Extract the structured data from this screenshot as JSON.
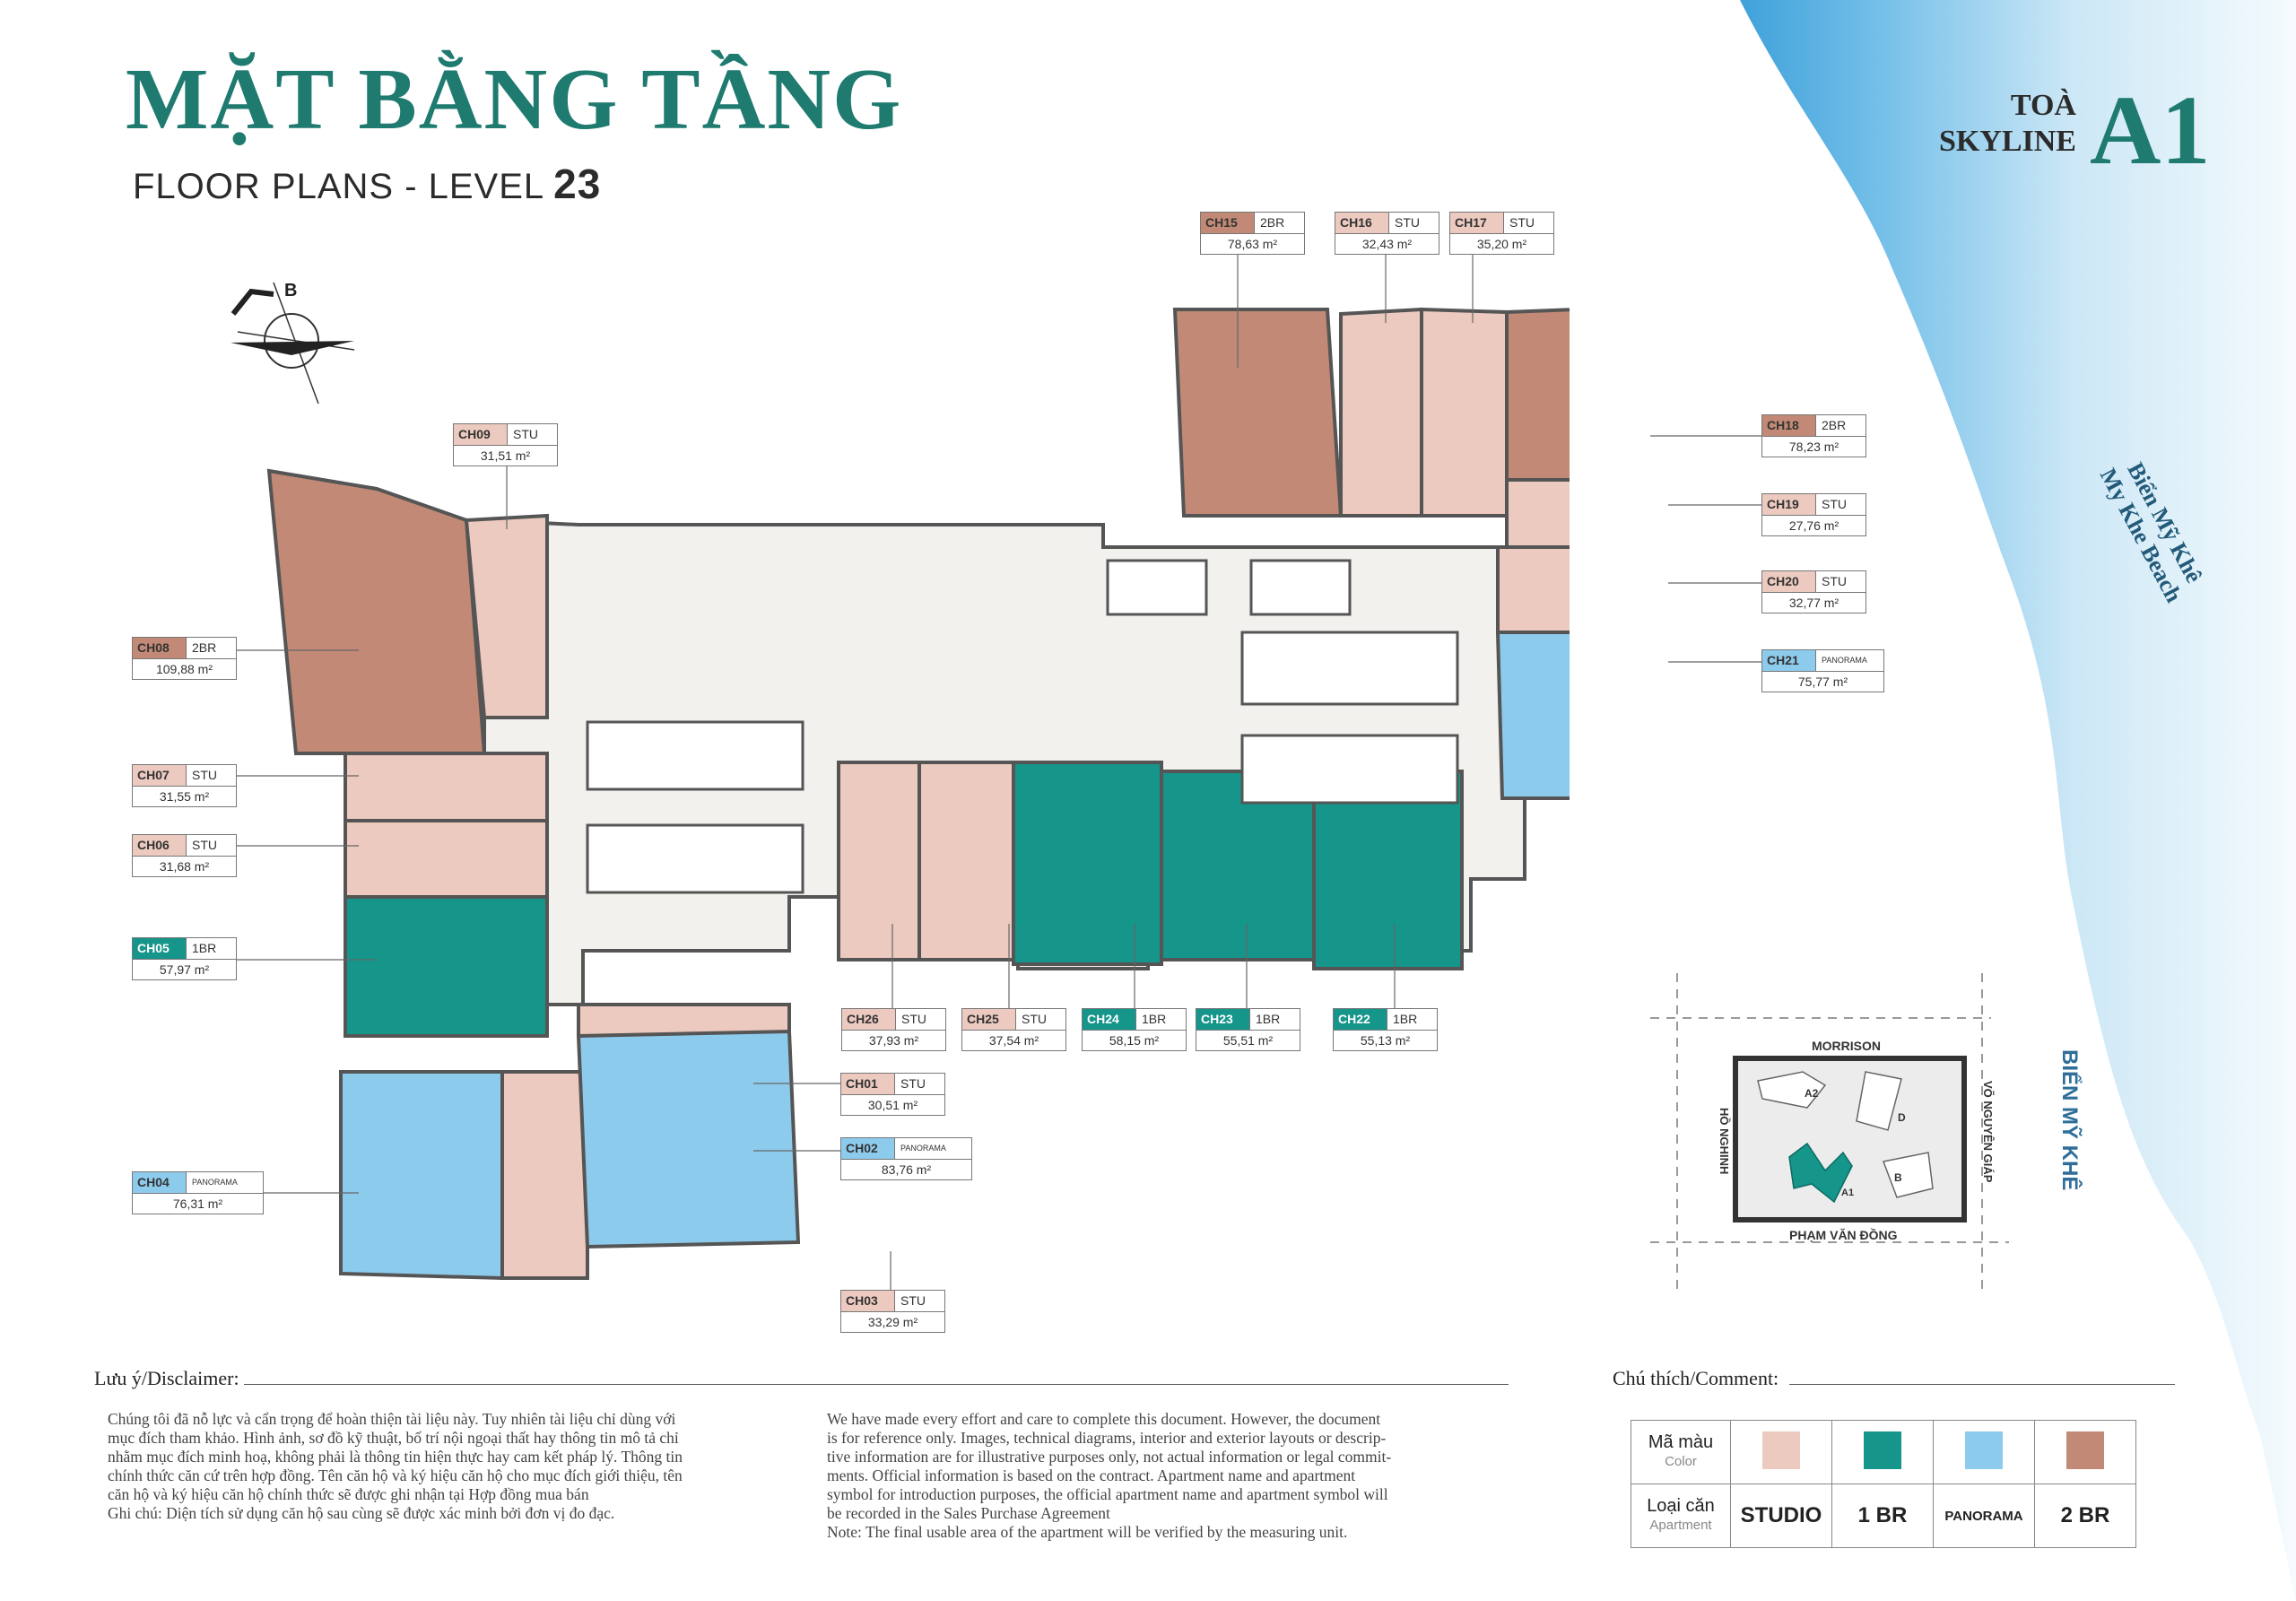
{
  "header": {
    "title_vi": "MẶT BẰNG TẦNG",
    "title_en": "FLOOR PLANS - LEVEL",
    "level": "23",
    "tower_label_1": "TOÀ",
    "tower_label_2": "SKYLINE",
    "tower_code": "A1"
  },
  "compass": {
    "north_letter": "B"
  },
  "sea": {
    "label_vi": "Biển Mỹ Khê",
    "label_en": "My Khe Beach"
  },
  "colors": {
    "studio": "#eccabf",
    "one_br": "#16958b",
    "panorama": "#8dcbed",
    "two_br": "#c28a76",
    "brand": "#1f7a70"
  },
  "units": [
    {
      "code": "CH15",
      "type": "2BR",
      "area": "78,63 m²",
      "color": "two_br"
    },
    {
      "code": "CH16",
      "type": "STU",
      "area": "32,43 m²",
      "color": "studio"
    },
    {
      "code": "CH17",
      "type": "STU",
      "area": "35,20 m²",
      "color": "studio"
    },
    {
      "code": "CH09",
      "type": "STU",
      "area": "31,51 m²",
      "color": "studio"
    },
    {
      "code": "CH18",
      "type": "2BR",
      "area": "78,23 m²",
      "color": "two_br"
    },
    {
      "code": "CH19",
      "type": "STU",
      "area": "27,76 m²",
      "color": "studio"
    },
    {
      "code": "CH20",
      "type": "STU",
      "area": "32,77 m²",
      "color": "studio"
    },
    {
      "code": "CH21",
      "type": "PANORAMA",
      "area": "75,77 m²",
      "color": "panorama"
    },
    {
      "code": "CH08",
      "type": "2BR",
      "area": "109,88 m²",
      "color": "two_br"
    },
    {
      "code": "CH07",
      "type": "STU",
      "area": "31,55 m²",
      "color": "studio"
    },
    {
      "code": "CH06",
      "type": "STU",
      "area": "31,68 m²",
      "color": "studio"
    },
    {
      "code": "CH05",
      "type": "1BR",
      "area": "57,97 m²",
      "color": "one_br"
    },
    {
      "code": "CH26",
      "type": "STU",
      "area": "37,93 m²",
      "color": "studio"
    },
    {
      "code": "CH25",
      "type": "STU",
      "area": "37,54 m²",
      "color": "studio"
    },
    {
      "code": "CH24",
      "type": "1BR",
      "area": "58,15 m²",
      "color": "one_br"
    },
    {
      "code": "CH23",
      "type": "1BR",
      "area": "55,51 m²",
      "color": "one_br"
    },
    {
      "code": "CH22",
      "type": "1BR",
      "area": "55,13 m²",
      "color": "one_br"
    },
    {
      "code": "CH01",
      "type": "STU",
      "area": "30,51 m²",
      "color": "studio"
    },
    {
      "code": "CH02",
      "type": "PANORAMA",
      "area": "83,76 m²",
      "color": "panorama"
    },
    {
      "code": "CH04",
      "type": "PANORAMA",
      "area": "76,31 m²",
      "color": "panorama"
    },
    {
      "code": "CH03",
      "type": "STU",
      "area": "33,29 m²",
      "color": "studio"
    }
  ],
  "site_map": {
    "street_top": "MORRISON",
    "street_left": "HỒ NGHINH",
    "street_right": "VÕ NGUYÊN GIÁP",
    "street_bottom": "PHẠM VĂN ĐỒNG",
    "blocks": [
      "A2",
      "D",
      "A1",
      "B"
    ],
    "sea_label": "BIỂN MỸ KHÊ"
  },
  "disclaimer": {
    "title": "Lưu ý/Disclaimer:",
    "vi": [
      "Chúng tôi đã nỗ lực và cẩn trọng để hoàn thiện tài liệu này. Tuy nhiên tài liệu chỉ dùng với",
      "mục đích tham khảo. Hình ảnh, sơ đồ kỹ thuật, bố trí nội ngoại thất hay thông tin mô tả chỉ",
      "nhằm mục đích minh hoạ, không phải là thông tin hiện thực hay cam kết pháp lý. Thông tin",
      "chính thức căn cứ trên hợp đồng. Tên căn hộ và ký hiệu căn hộ cho mục đích giới thiệu, tên",
      "căn hộ và ký hiệu căn hộ chính thức sẽ được ghi nhận tại Hợp đồng mua bán",
      "Ghi chú: Diện tích sử dụng căn hộ sau cùng sẽ được xác minh bởi đơn vị đo đạc."
    ],
    "en": [
      "We have made every effort and care to complete this document. However, the document",
      "is for reference only. Images, technical diagrams, interior and exterior layouts or descrip-",
      "tive information are for illustrative purposes only, not actual information or legal commit-",
      "ments. Official information is based on the contract. Apartment name and apartment",
      "symbol for introduction purposes, the official apartment name and apartment symbol will",
      "be recorded in the Sales Purchase Agreement",
      "Note: The final usable area of the apartment will be verified by the measuring unit."
    ]
  },
  "legend": {
    "title": "Chú thích/Comment:",
    "color_label": "Mã màu",
    "color_label_en": "Color",
    "type_label": "Loại căn",
    "type_label_en": "Apartment",
    "types": [
      "STUDIO",
      "1 BR",
      "PANORAMA",
      "2 BR"
    ]
  }
}
